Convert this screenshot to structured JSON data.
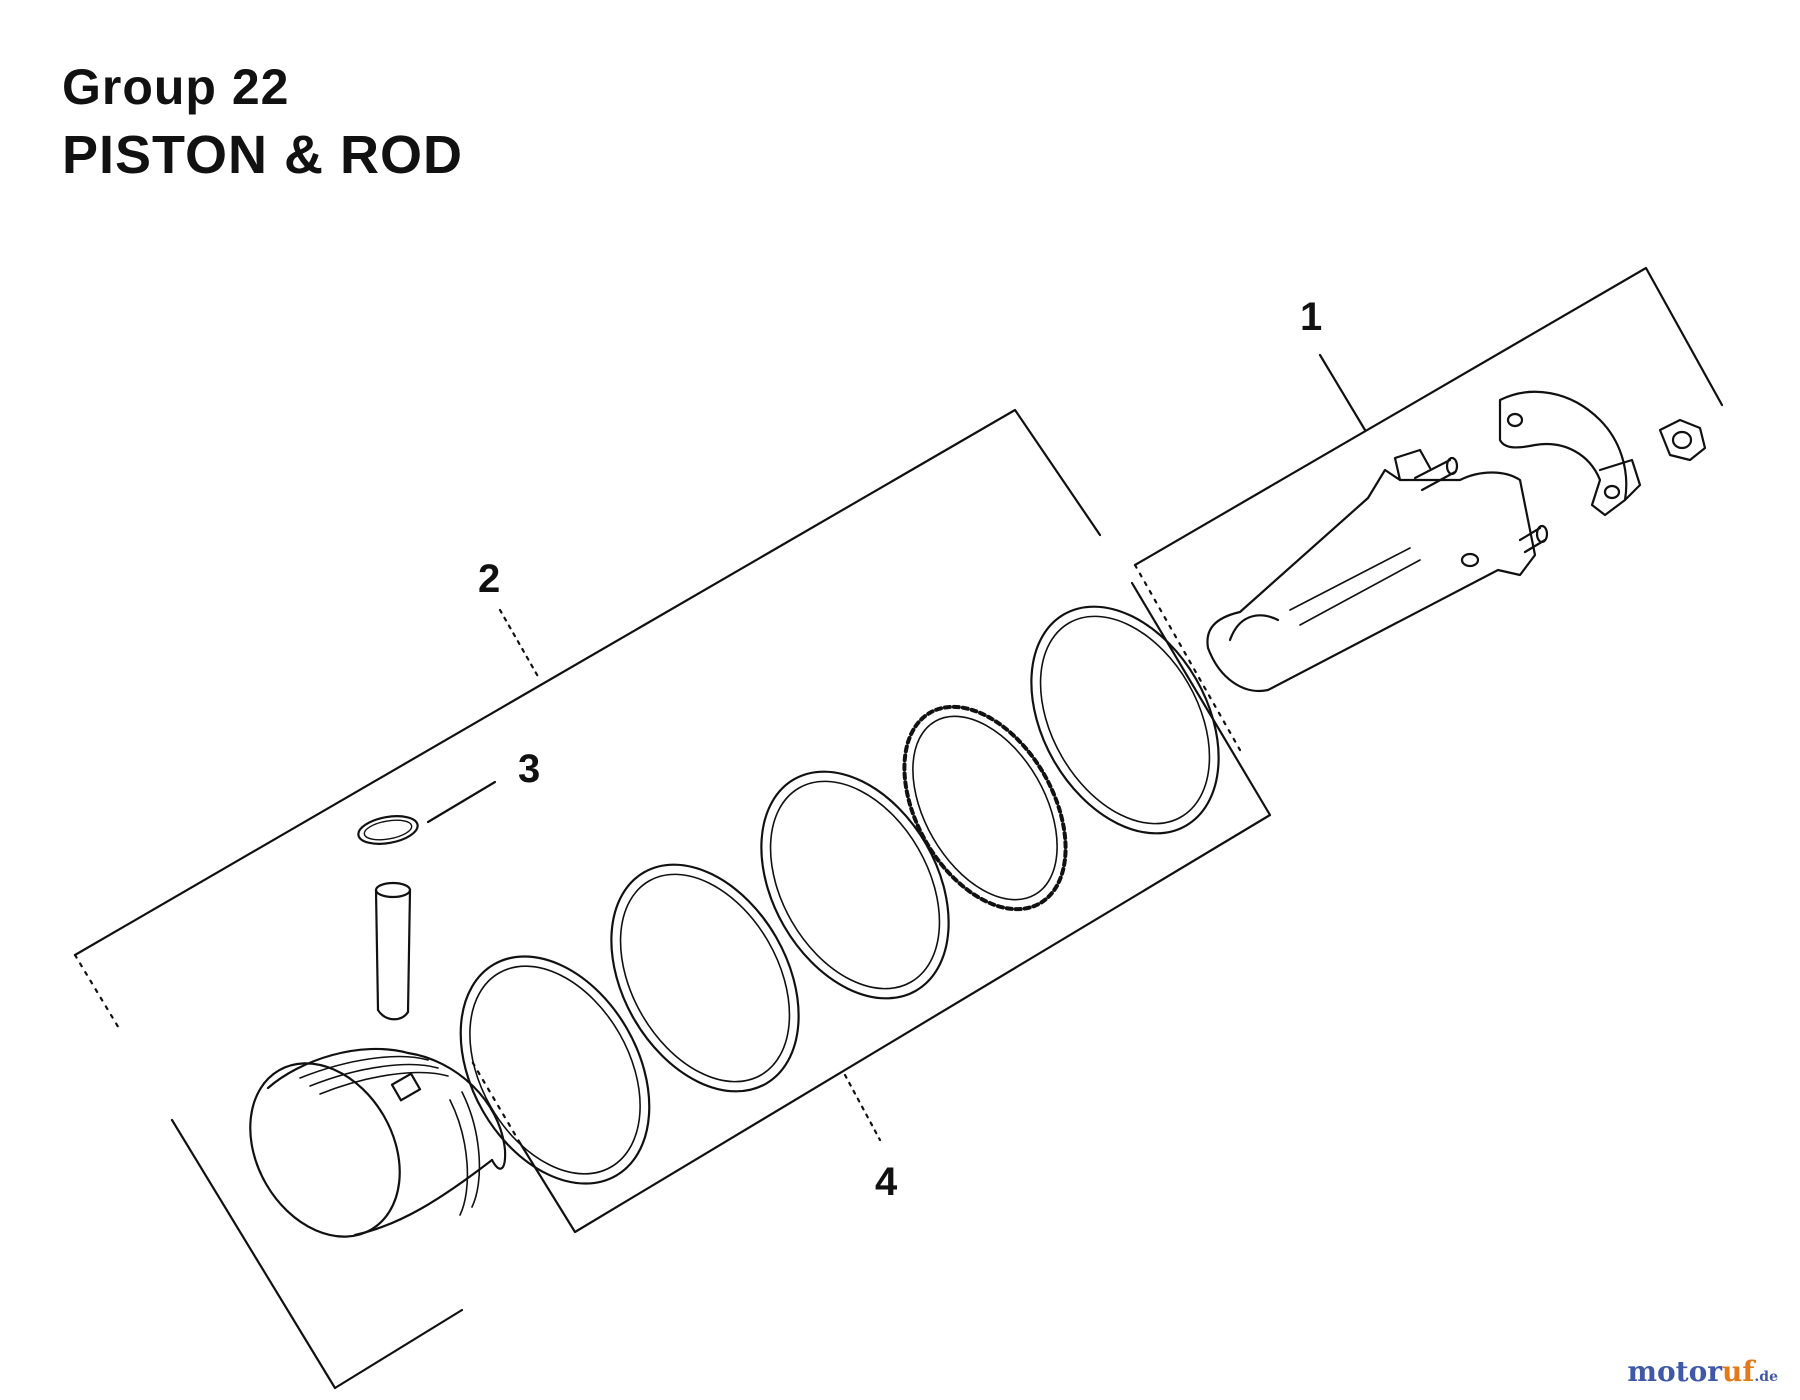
{
  "title": {
    "line1": "Group 22",
    "line2": "PISTON & ROD"
  },
  "callouts": {
    "rod": "1",
    "piston_kit": "2",
    "retainer": "3",
    "ring_set": "4"
  },
  "watermark": {
    "part1": "motor",
    "part2": "uf",
    "suffix": ".de"
  },
  "colors": {
    "ink": "#111111",
    "watermark_blue": "#3f58a8",
    "watermark_orange": "#e07a1a"
  }
}
